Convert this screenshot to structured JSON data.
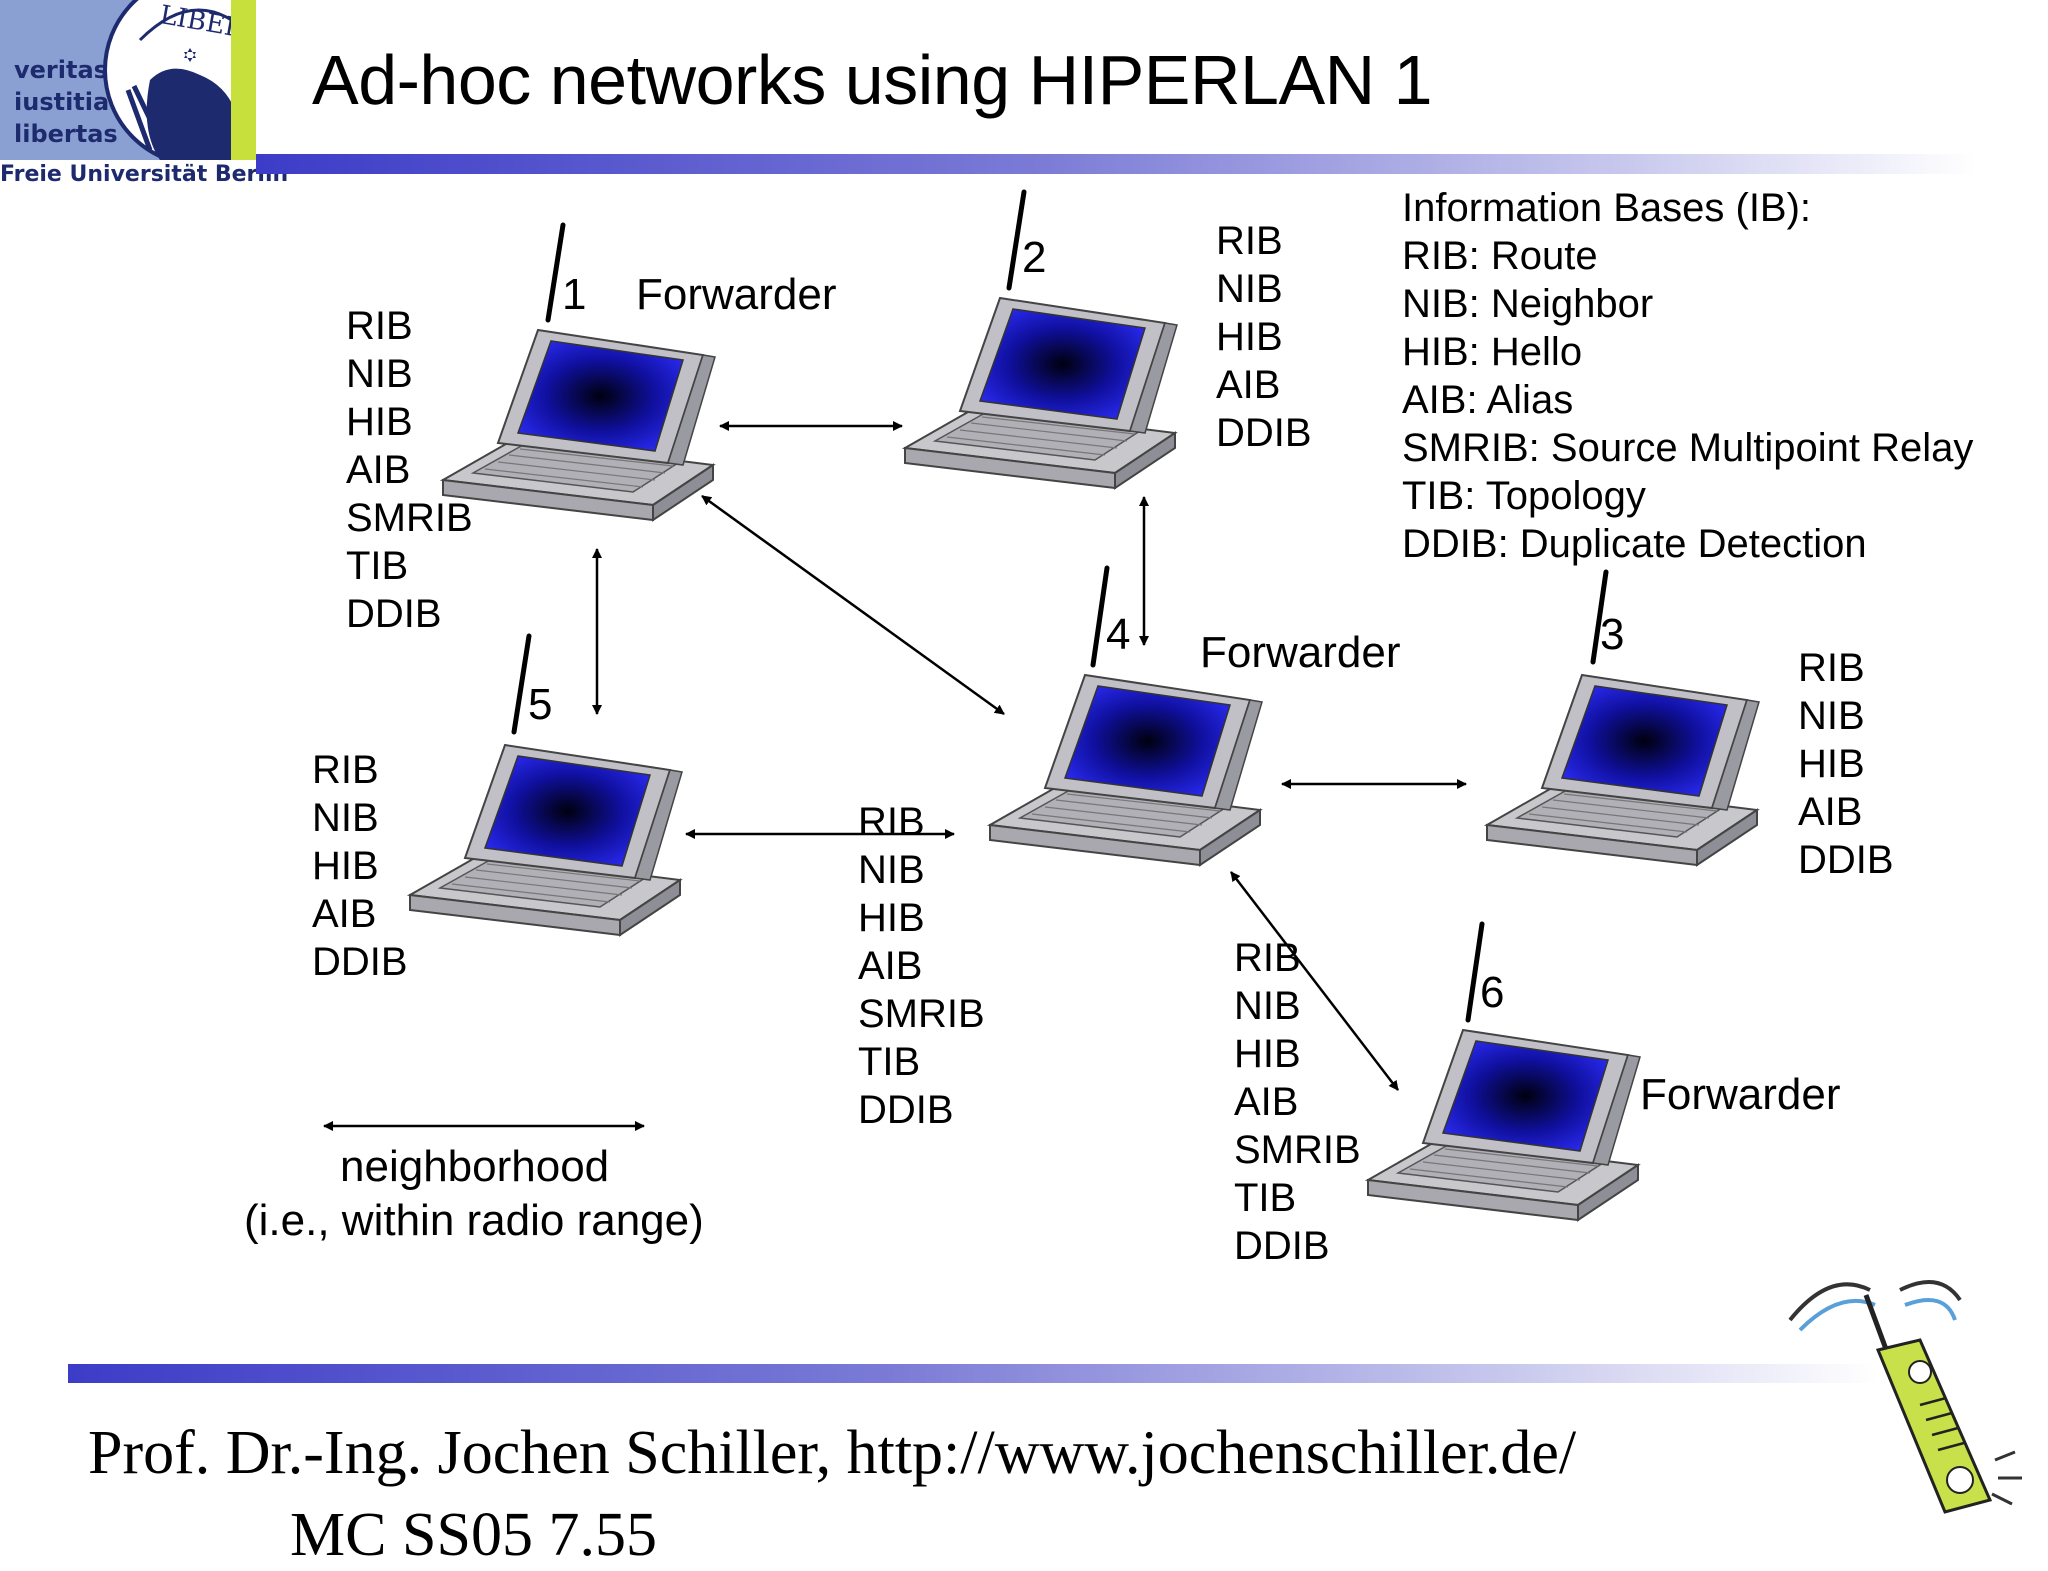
{
  "logo": {
    "motto": [
      "veritas",
      "iustitia",
      "libertas"
    ],
    "seal_text": "LIBERTAS",
    "university": "Freie Universität Berlin"
  },
  "title": "Ad-hoc networks using HIPERLAN 1",
  "legend": {
    "heading": "Information Bases (IB):",
    "items": [
      "RIB: Route",
      "NIB: Neighbor",
      "HIB: Hello",
      "AIB: Alias",
      "SMRIB: Source Multipoint Relay",
      "TIB: Topology",
      "DDIB: Duplicate Detection"
    ]
  },
  "nodes": [
    {
      "id": "1",
      "role": "Forwarder",
      "ib": [
        "RIB",
        "NIB",
        "HIB",
        "AIB",
        "SMRIB",
        "TIB",
        "DDIB"
      ]
    },
    {
      "id": "2",
      "role": "",
      "ib": [
        "RIB",
        "NIB",
        "HIB",
        "AIB",
        "DDIB"
      ]
    },
    {
      "id": "3",
      "role": "",
      "ib": [
        "RIB",
        "NIB",
        "HIB",
        "AIB",
        "DDIB"
      ]
    },
    {
      "id": "4",
      "role": "Forwarder",
      "ib": [
        "RIB",
        "NIB",
        "HIB",
        "AIB",
        "SMRIB",
        "TIB",
        "DDIB"
      ]
    },
    {
      "id": "5",
      "role": "",
      "ib": [
        "RIB",
        "NIB",
        "HIB",
        "AIB",
        "DDIB"
      ]
    },
    {
      "id": "6",
      "role": "Forwarder",
      "ib": [
        "RIB",
        "NIB",
        "HIB",
        "AIB",
        "SMRIB",
        "TIB",
        "DDIB"
      ]
    }
  ],
  "links": [
    {
      "from": "1",
      "to": "2"
    },
    {
      "from": "1",
      "to": "5"
    },
    {
      "from": "1",
      "to": "4"
    },
    {
      "from": "2",
      "to": "4"
    },
    {
      "from": "4",
      "to": "3"
    },
    {
      "from": "4",
      "to": "5"
    },
    {
      "from": "4",
      "to": "6"
    }
  ],
  "neighborhood": {
    "line1": "neighborhood",
    "line2": "(i.e., within radio range)"
  },
  "footer": {
    "line1": "Prof. Dr.-Ing. Jochen Schiller, http://www.jochenschiller.de/",
    "line2": "MC SS05          7.55"
  },
  "colors": {
    "bar": "#3c3cc8",
    "screen": "#1a1ad0",
    "laptop": "#c8c8cc",
    "phone": "#c8e04a"
  }
}
